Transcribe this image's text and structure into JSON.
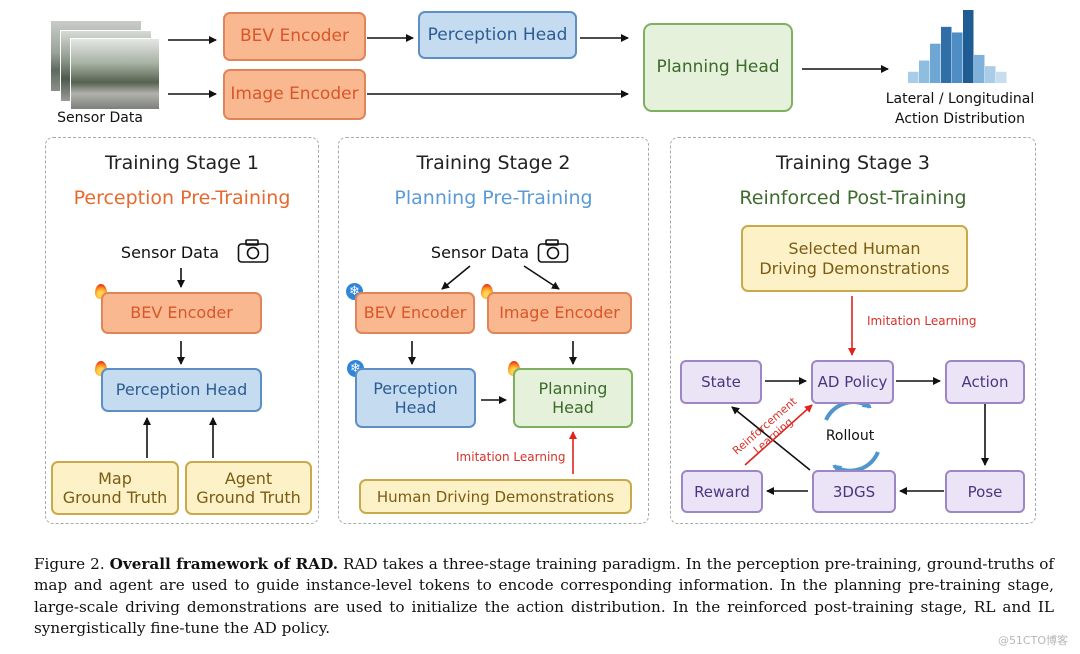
{
  "top": {
    "sensor_label": "Sensor Data",
    "bev_encoder": "BEV Encoder",
    "image_encoder": "Image Encoder",
    "perception_head": "Perception Head",
    "planning_head": "Planning Head",
    "output_label_1": "Lateral / Longitudinal",
    "output_label_2": "Action Distribution",
    "histogram_bars": [
      {
        "value": 2,
        "color": "#a9cde8"
      },
      {
        "value": 4,
        "color": "#8fbde0"
      },
      {
        "value": 7,
        "color": "#6fa7d4"
      },
      {
        "value": 10,
        "color": "#2f6ea7"
      },
      {
        "value": 9,
        "color": "#4f8ec4"
      },
      {
        "value": 13,
        "color": "#1f5c93"
      },
      {
        "value": 5,
        "color": "#7fb1da"
      },
      {
        "value": 3,
        "color": "#a9cde8"
      },
      {
        "value": 2,
        "color": "#c6def0"
      }
    ]
  },
  "stage1": {
    "title": "Training Stage 1",
    "subtitle": "Perception Pre-Training",
    "sensor": "Sensor Data",
    "bev_encoder": "BEV Encoder",
    "perception_head": "Perception Head",
    "map_gt_1": "Map",
    "map_gt_2": "Ground Truth",
    "agent_gt_1": "Agent",
    "agent_gt_2": "Ground Truth"
  },
  "stage2": {
    "title": "Training Stage 2",
    "subtitle": "Planning Pre-Training",
    "sensor": "Sensor Data",
    "bev_encoder": "BEV Encoder",
    "image_encoder": "Image Encoder",
    "perception_head_1": "Perception",
    "perception_head_2": "Head",
    "planning_head_1": "Planning",
    "planning_head_2": "Head",
    "imitation": "Imitation Learning",
    "demos": "Human Driving Demonstrations"
  },
  "stage3": {
    "title": "Training Stage 3",
    "subtitle": "Reinforced Post-Training",
    "selected_1": "Selected Human",
    "selected_2": "Driving Demonstrations",
    "imitation": "Imitation Learning",
    "state": "State",
    "ad_policy": "AD Policy",
    "action": "Action",
    "rollout": "Rollout",
    "reinforcement_1": "Reinforcement",
    "reinforcement_2": "Learning",
    "reward": "Reward",
    "gs": "3DGS",
    "pose": "Pose"
  },
  "caption": {
    "prefix": "Figure 2.",
    "bold": "Overall framework of RAD.",
    "text": "RAD takes a three-stage training paradigm. In the perception pre-training, ground-truths of map and agent are used to guide instance-level tokens to encode corresponding information. In the planning pre-training stage, large-scale driving demonstrations are used to initialize the action distribution. In the reinforced post-training stage, RL and IL synergistically fine-tune the AD policy."
  },
  "watermark": "@51CTO博客",
  "colors": {
    "stage1_subtitle": "#e8692e",
    "stage2_subtitle": "#5b9bd5",
    "stage3_subtitle": "#3f6b2e",
    "arrow": "#111111",
    "red_arrow": "#e0231c"
  }
}
